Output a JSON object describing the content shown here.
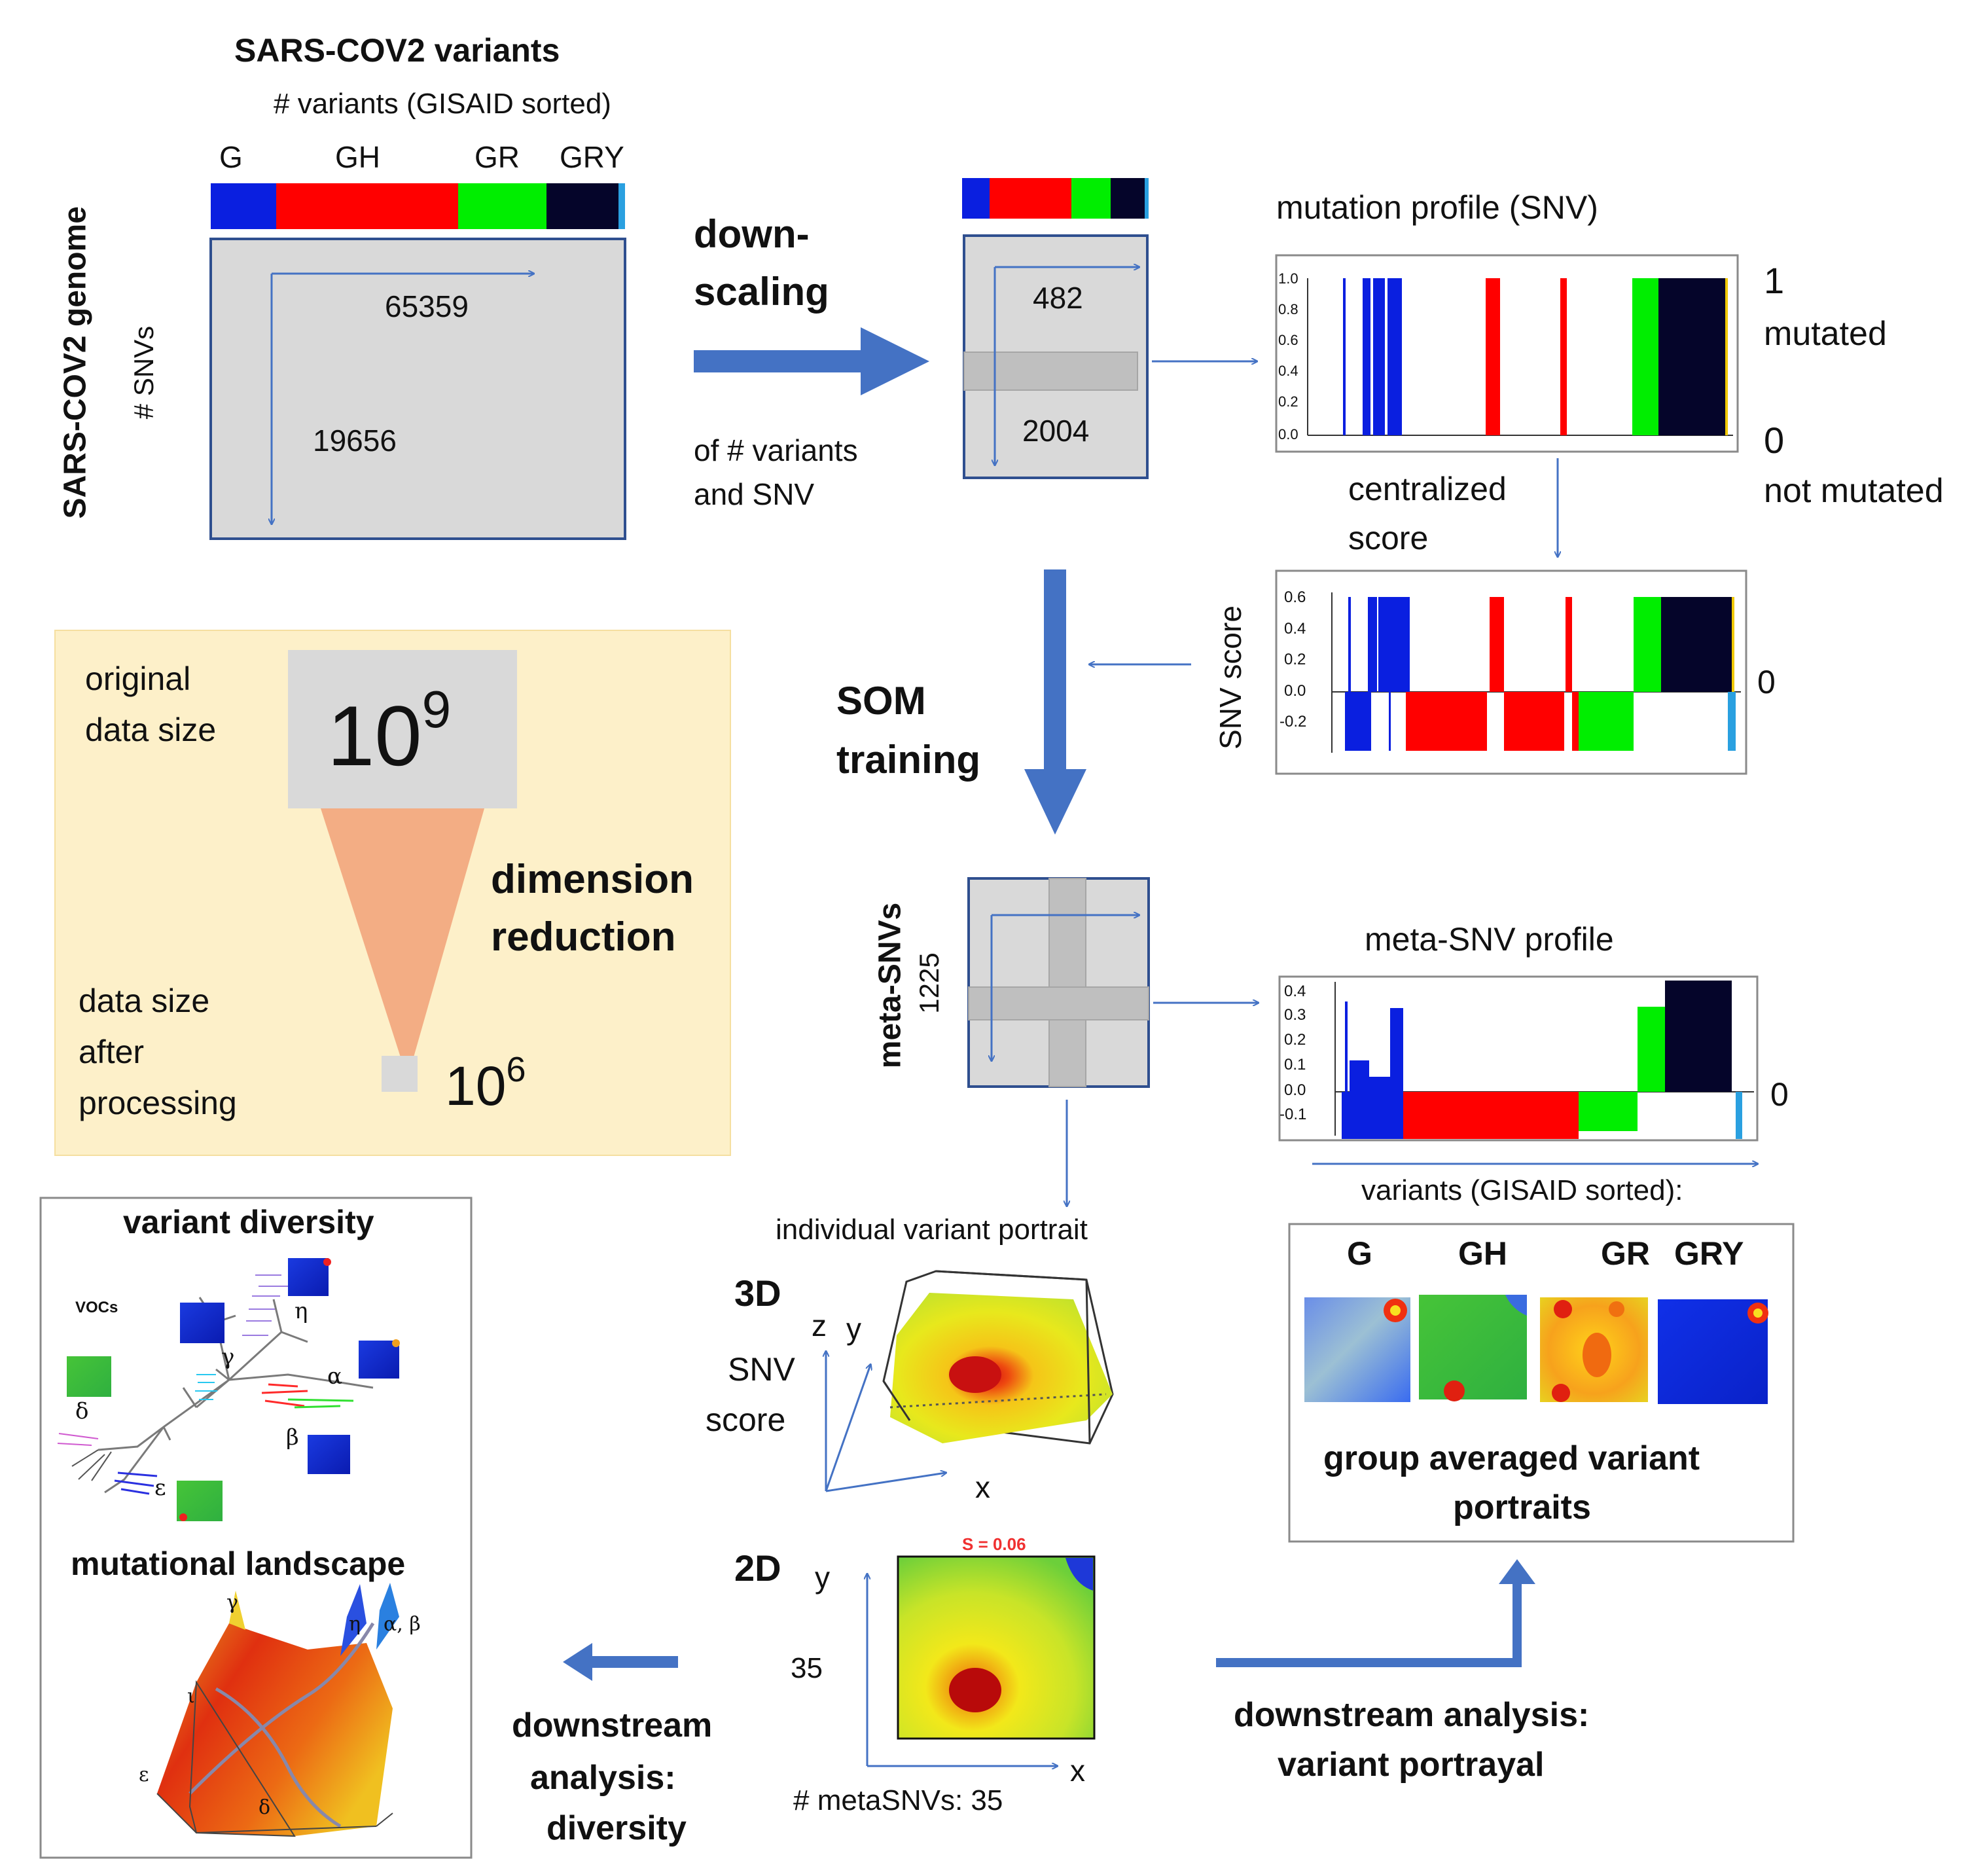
{
  "top_left": {
    "title": "SARS-COV2 variants",
    "subtitle": "# variants (GISAID sorted)",
    "groups": [
      "G",
      "GH",
      "GR",
      "GRY"
    ],
    "genome_label": "SARS-COV2 genome",
    "snvs_label": "# SNVs",
    "n_variants": "65359",
    "n_snvs": "19656"
  },
  "downscaling": {
    "title_line1": "down-",
    "title_line2": "scaling",
    "sub_line1": "of # variants",
    "sub_line2": "and SNV",
    "n_variants": "482",
    "n_snvs": "2004"
  },
  "mutation_profile": {
    "title": "mutation profile (SNV)",
    "yticks": [
      "1.0",
      "0.8",
      "0.6",
      "0.4",
      "0.2",
      "0.0"
    ],
    "right_top_value": "1",
    "right_top_label": "mutated",
    "right_bottom_value": "0",
    "right_bottom_label": "not mutated",
    "centralized_line1": "centralized",
    "centralized_line2": "score"
  },
  "snv_score": {
    "axis_label": "SNV score",
    "yticks": [
      "0.6",
      "0.4",
      "0.2",
      "0.0",
      "-0.2"
    ],
    "zero_label": "0"
  },
  "som": {
    "title_line1": "SOM",
    "title_line2": "training",
    "meta_label": "meta-SNVs",
    "meta_count": "1225"
  },
  "dimension": {
    "orig_line1": "original",
    "orig_line2": "data size",
    "big_base": "10",
    "big_exp": "9",
    "title_line1": "dimension",
    "title_line2": "reduction",
    "after_line1": "data size",
    "after_line2": "after",
    "after_line3": "processing",
    "small_base": "10",
    "small_exp": "6"
  },
  "meta_profile": {
    "title": "meta-SNV profile",
    "yticks": [
      "0.4",
      "0.3",
      "0.2",
      "0.1",
      "0.0",
      "-0.1"
    ],
    "zero_label": "0",
    "xaxis_label": "variants (GISAID sorted):"
  },
  "portrait": {
    "title": "individual variant portrait",
    "label_3d": "3D",
    "label_2d": "2D",
    "z": "z",
    "y": "y",
    "x": "x",
    "snv_line1": "SNV",
    "snv_line2": "score",
    "y2": "y",
    "x2": "x",
    "dim_35": "35",
    "meta_count_label": "# metaSNVs: 35",
    "s_value": "S = 0.06"
  },
  "group_portraits": {
    "groups": [
      "G",
      "GH",
      "GR",
      "GRY"
    ],
    "caption_line1": "group averaged variant",
    "caption_line2": "portraits"
  },
  "diversity": {
    "title": "variant diversity",
    "vocs": "VOCs",
    "greek_tree": [
      "η",
      "γ",
      "α",
      "δ",
      "β",
      "ε"
    ],
    "landscape_title": "mutational  landscape",
    "greek_land": [
      "γ",
      "η",
      "α, β",
      "ι",
      "ε",
      "δ"
    ]
  },
  "downstream": {
    "div_line1": "downstream",
    "div_line2": "analysis:",
    "div_line3": "diversity",
    "port_line1": "downstream analysis:",
    "port_line2": "variant portrayal"
  },
  "colors": {
    "G": "#0a1fe0",
    "GH": "#ff0000",
    "GR": "#00ee00",
    "GRY": "#05052a",
    "arrow": "#4472c4",
    "panel_bg": "#fdf0c9",
    "cone": "#f3ad84"
  }
}
